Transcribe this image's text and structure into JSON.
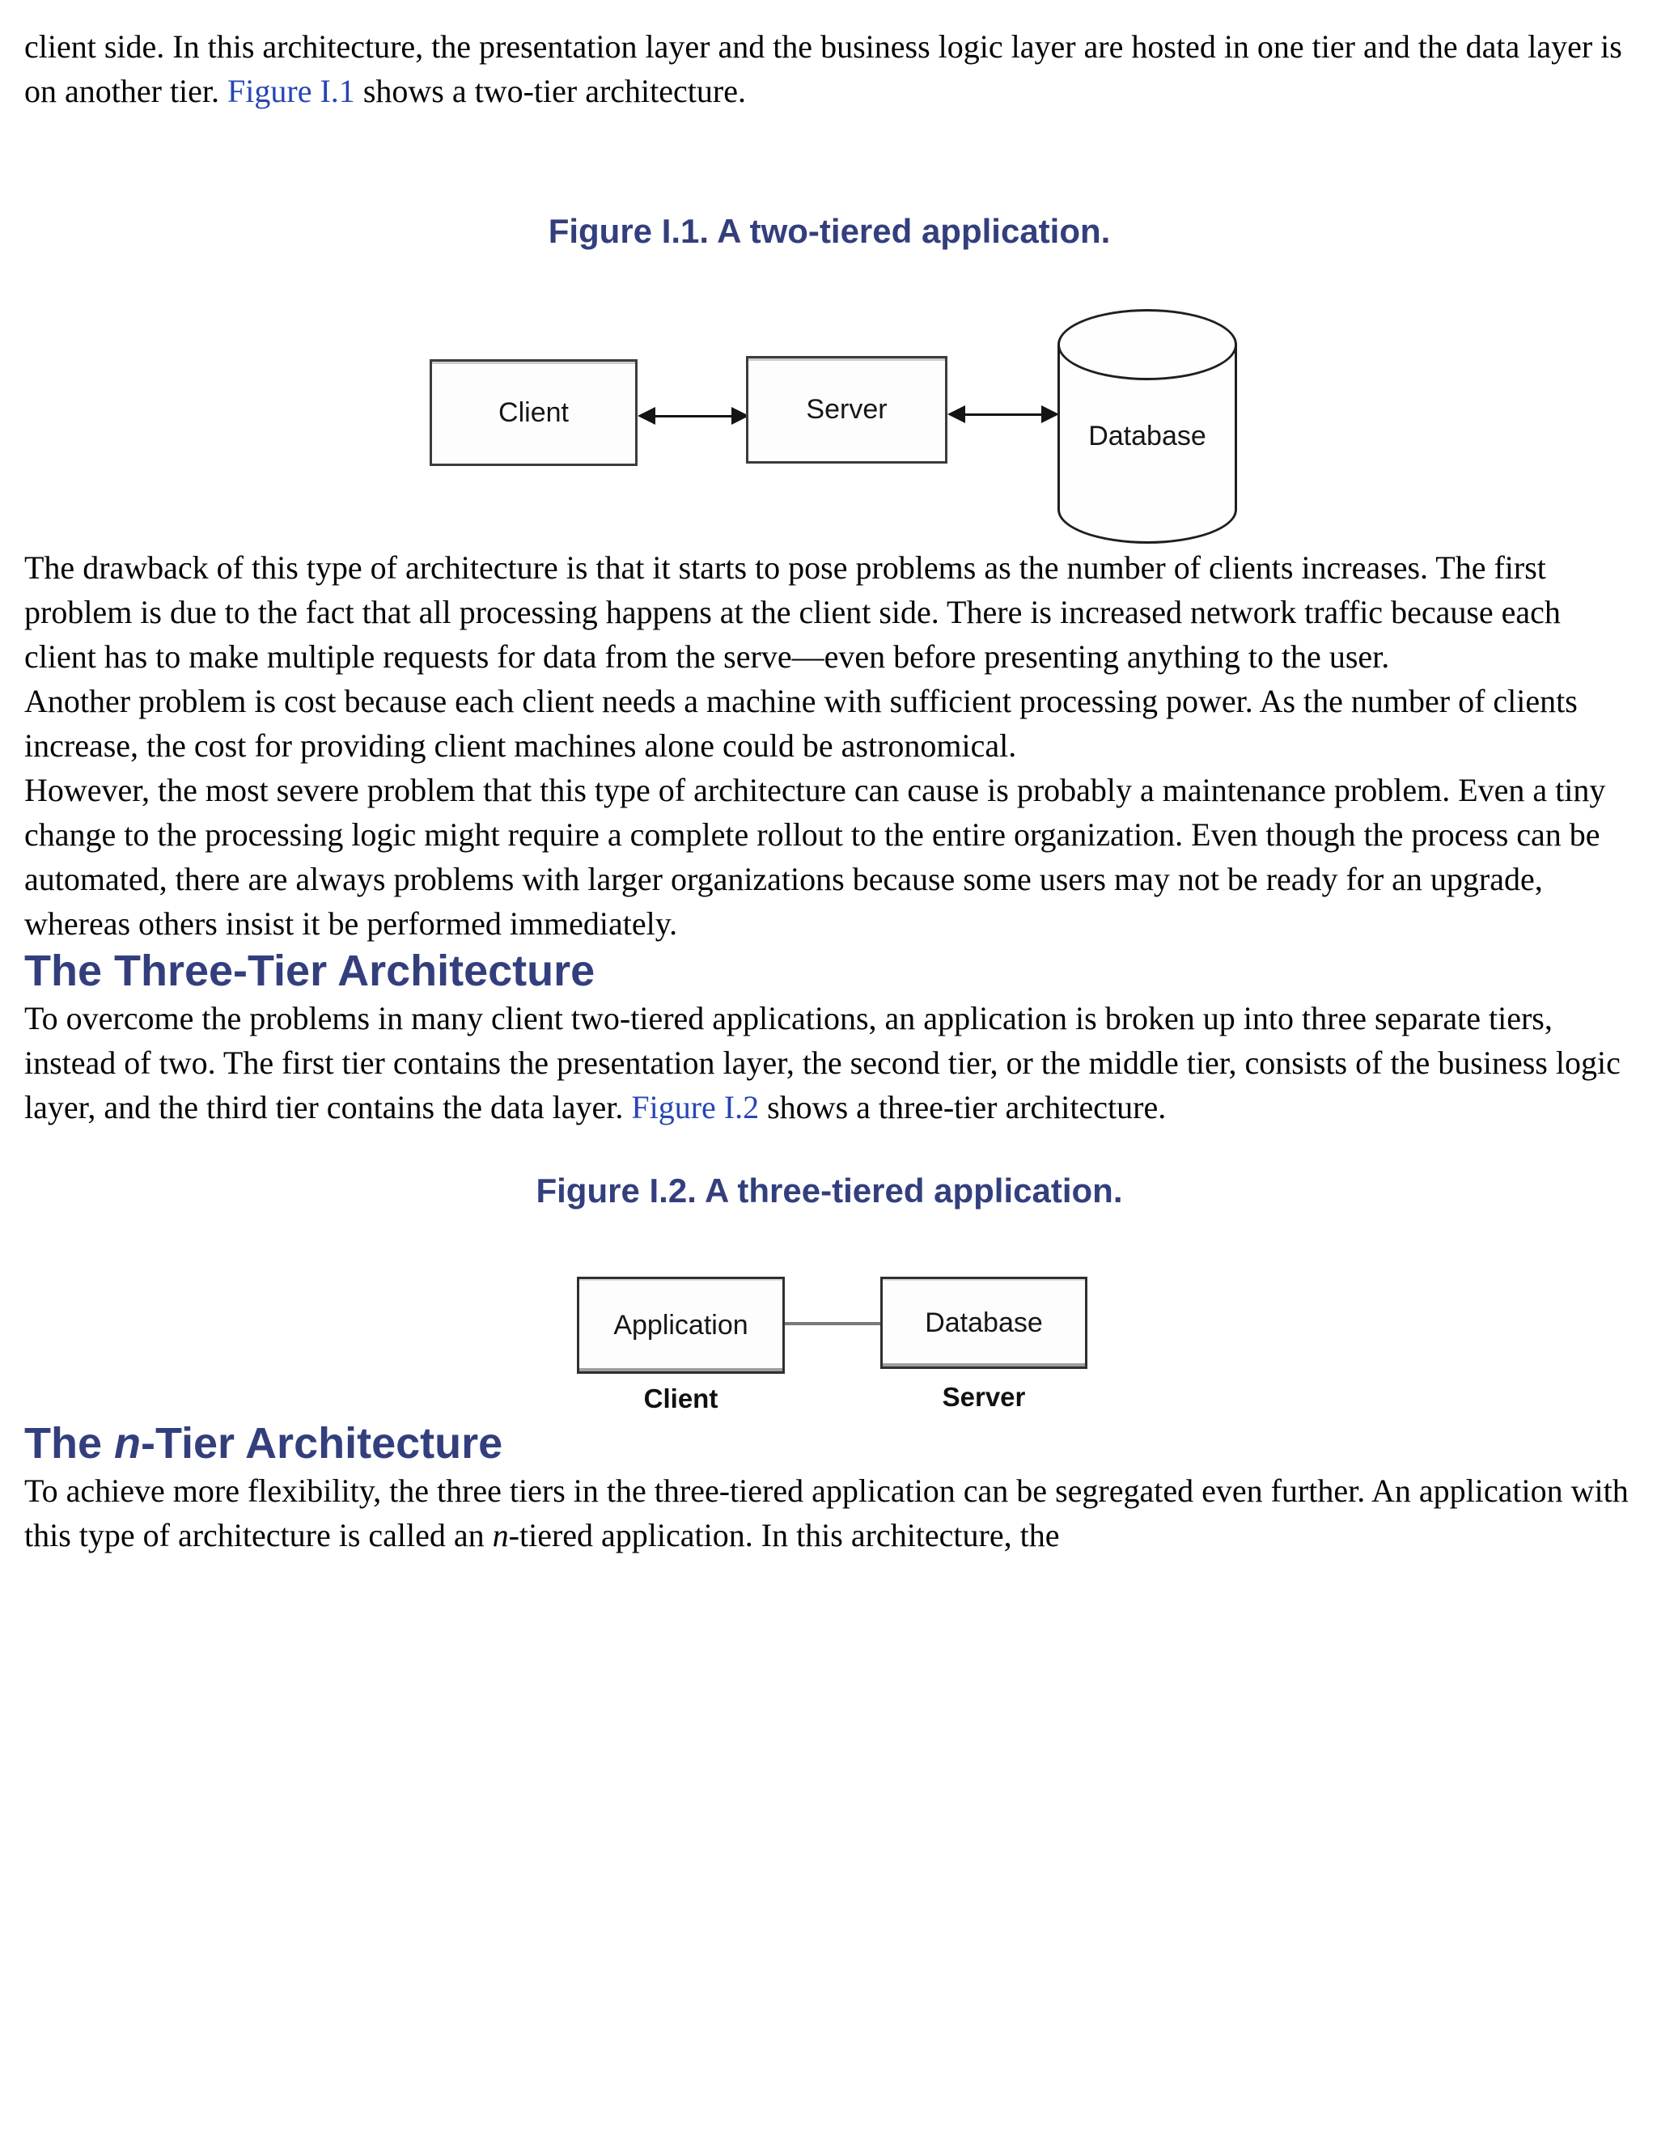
{
  "colors": {
    "heading": "#333f7d",
    "link": "#2646b4",
    "body_text": "#050505"
  },
  "paragraph1": {
    "before_link": "client side. In this architecture, the presentation layer and the business logic layer are hosted in one tier and the data layer is on another tier. ",
    "link": "Figure I.1",
    "after_link": " shows a two-tier architecture."
  },
  "figure1": {
    "caption": "Figure I.1. A two-tiered application.",
    "client_label": "Client",
    "server_label": "Server",
    "database_label": "Database"
  },
  "paragraph2": "The drawback of this type of architecture is that it starts to pose problems as the number of clients increases. The first problem is due to the fact that all processing happens at the client side. There is increased network traffic because each client has to make multiple requests for data from the serve—even before presenting anything to the user.",
  "paragraph3": "Another problem is cost because each client needs a machine with sufficient processing power. As the number of clients increase, the cost for providing client machines alone could be astronomical.",
  "paragraph4": "However, the most severe problem that this type of architecture can cause is probably a maintenance problem. Even a tiny change to the processing logic might require a complete rollout to the entire organization. Even though the process can be automated, there are always problems with larger organizations because some users may not be ready for an upgrade, whereas others insist it be performed immediately.",
  "heading_three_tier": "The Three-Tier Architecture",
  "paragraph5": {
    "before_link": "To overcome the problems in many client two-tiered applications, an application is broken up into three separate tiers, instead of two. The first tier contains the presentation layer, the second tier, or the middle tier, consists of the business logic layer, and the third tier contains the data layer. ",
    "link": "Figure I.2",
    "after_link": " shows a three-tier architecture."
  },
  "figure2": {
    "caption": "Figure I.2. A three-tiered application.",
    "application_label": "Application",
    "database_label": "Database",
    "client_label": "Client",
    "server_label": "Server"
  },
  "heading_n_tier": {
    "prefix": "The ",
    "italic": "n",
    "suffix": "-Tier Architecture"
  },
  "paragraph6": {
    "before_italic": "To achieve more flexibility, the three tiers in the three-tiered application can be segregated even further. An application with this type of architecture is called an ",
    "italic": "n",
    "after_italic": "-tiered application. In this architecture, the"
  }
}
